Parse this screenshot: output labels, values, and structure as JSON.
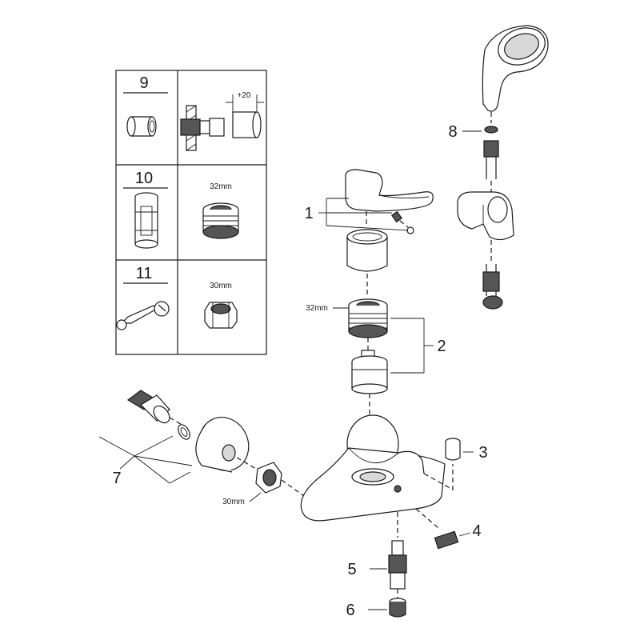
{
  "callouts": {
    "c1": "1",
    "c2": "2",
    "c3": "3",
    "c4": "4",
    "c5": "5",
    "c6": "6",
    "c7": "7",
    "c8": "8",
    "c9": "9",
    "c10": "10",
    "c11": "11"
  },
  "dimensions": {
    "extension": "+20",
    "box_32mm": "32mm",
    "box_30mm": "30mm",
    "cartridge_32mm": "32mm",
    "nut_30mm": "30mm"
  }
}
